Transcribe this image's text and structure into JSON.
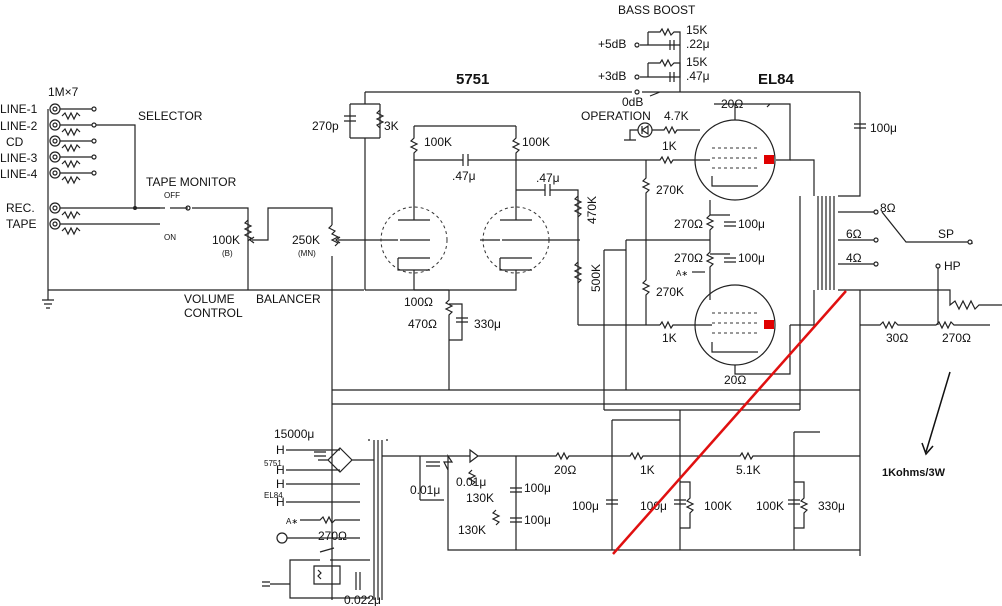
{
  "inputs": {
    "header": "1M×7",
    "items": [
      "LINE-1",
      "LINE-2",
      "CD",
      "LINE-3",
      "LINE-4",
      "REC.",
      "TAPE"
    ]
  },
  "labels": {
    "selector": "SELECTOR",
    "tape_monitor": "TAPE MONITOR",
    "off": "OFF",
    "on": "ON",
    "volume_pot": "100K",
    "volume_pot_mark": "(B)",
    "balance_pot": "250K",
    "balance_pot_mark": "(MN)",
    "volume_control_1": "VOLUME",
    "volume_control_2": "CONTROL",
    "balancer": "BALANCER",
    "bass_boost": "BASS BOOST",
    "plus5db": "+5dB",
    "plus3db": "+3dB",
    "zero_db": "0dB",
    "bb_r1": "15K",
    "bb_c1": ".22μ",
    "bb_r2": "15K",
    "bb_c2": ".47μ",
    "tube_5751": "5751",
    "tube_el84": "EL84",
    "operation": "OPERATION",
    "r_4k7": "4.7K",
    "r_1k_a": "1K",
    "r_1k_b": "1K",
    "r_270k_a": "270K",
    "r_270k_b": "270K",
    "r_270_a": "270Ω",
    "r_270_b": "270Ω",
    "c_100u_a": "100μ",
    "c_100u_b": "100μ",
    "a_star": "A∗",
    "r_20_top": "20Ω",
    "r_20_bot": "20Ω",
    "c_100u_top": "100μ",
    "fb_c": "270p",
    "fb_r": "3K",
    "r_100k_a": "100K",
    "r_100k_b": "100K",
    "c_47_a": ".47μ",
    "c_47_b": ".47μ",
    "r_470k": "470K",
    "r_500k": "500K",
    "r_100_cath": "100Ω",
    "r_470_cath": "470Ω",
    "c_330_cath": "330μ",
    "tap_8": "8Ω",
    "tap_6": "6Ω",
    "tap_4": "4Ω",
    "sp": "SP",
    "hp": "HP",
    "r_30": "30Ω",
    "r_270_hp": "270Ω",
    "annotation": "1Kohms/3W",
    "ps_c_15000": "15000μ",
    "ps_h1": "H",
    "ps_h2": "H",
    "ps_h3": "H",
    "ps_h4": "H",
    "ps_5751": "5751",
    "ps_el84": "EL84",
    "ps_a_star": "A∗",
    "ps_r_270": "270Ω",
    "ps_c_001_a": "0.01μ",
    "ps_c_001_b": "0.01μ",
    "ps_r_130k_a": "130K",
    "ps_r_130k_b": "130K",
    "ps_c_100_a": "100μ",
    "ps_c_100_b": "100μ",
    "ps_r_20": "20Ω",
    "ps_r_1k": "1K",
    "ps_r_5k1": "5.1K",
    "ps_c_100_c": "100μ",
    "ps_c_100_d": "100μ",
    "ps_r_100k_a": "100K",
    "ps_r_100k_b": "100K",
    "ps_c_330": "330μ",
    "ps_c_0022": "0.022μ"
  },
  "colors": {
    "wire": "#222222",
    "plate_cap": "#e00000",
    "strike_line": "#e01010",
    "background": "#ffffff"
  }
}
